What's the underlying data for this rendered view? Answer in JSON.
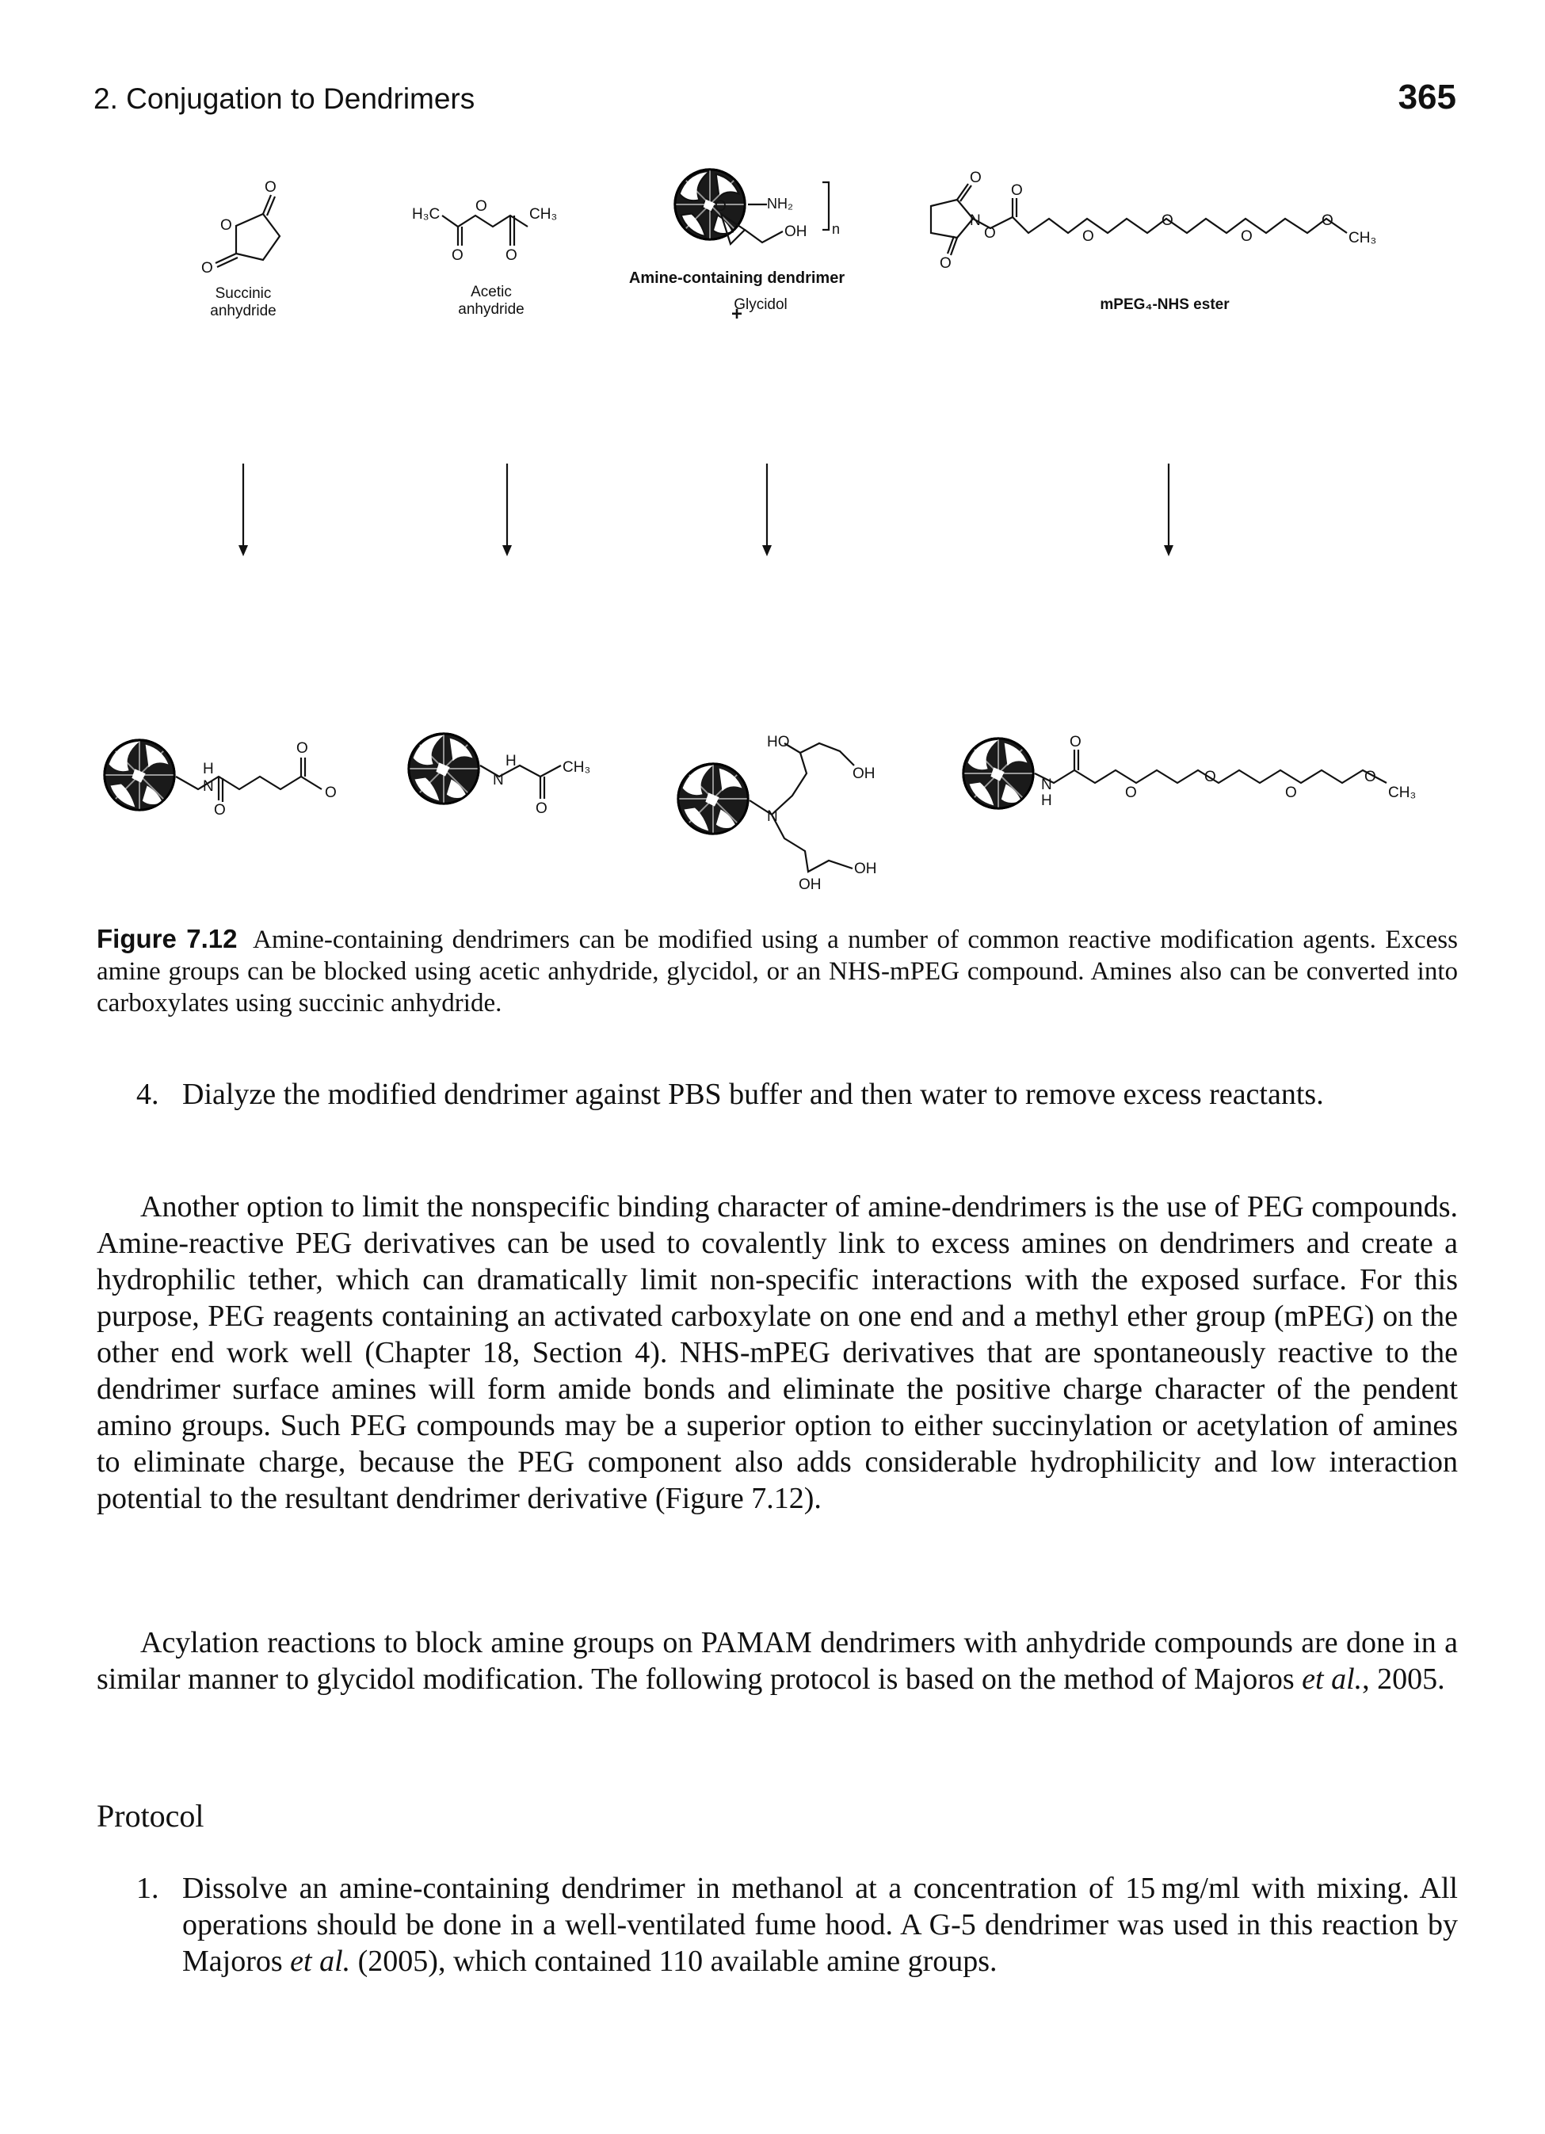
{
  "header": {
    "running_head": "2. Conjugation to Dendrimers",
    "page_number": "365"
  },
  "figure": {
    "labels": {
      "amine_dendrimer": "Amine-containing dendrimer",
      "plus": "+",
      "succinic_line1": "Succinic",
      "succinic_line2": "anhydride",
      "acetic_line1": "Acetic",
      "acetic_line2": "anhydride",
      "glycidol": "Glycidol",
      "mpeg": "mPEG₄-NHS ester"
    },
    "atoms": {
      "nh2": "NH₂",
      "n_sub": "n",
      "O": "O",
      "N": "N",
      "H": "H",
      "OH": "OH",
      "HO": "HO",
      "H3C": "H₃C",
      "CH3": "CH₃"
    }
  },
  "caption": {
    "label": "Figure 7.12",
    "text": "Amine-containing dendrimers can be modified using a number of common reactive modification agents. Excess amine groups can be blocked using acetic anhydride, glycidol, or an NHS-mPEG compound. Amines also can be converted into carboxylates using succinic anhydride."
  },
  "step4": {
    "number": "4.",
    "text": "Dialyze the modified dendrimer against PBS buffer and then water to remove excess reactants."
  },
  "paragraph1": "Another option to limit the nonspecific binding character of amine-dendrimers is the use of PEG compounds. Amine-reactive PEG derivatives can be used to covalently link to excess amines on dendrimers and create a hydrophilic tether, which can dramatically limit non-specific interactions with the exposed surface. For this purpose, PEG reagents containing an activated carboxylate on one end and a methyl ether group (mPEG) on the other end work well (Chapter 18, Section 4). NHS-mPEG derivatives that are spontaneously reactive to the dendrimer surface amines will form amide bonds and eliminate the positive charge character of the pendent amino groups. Such PEG compounds may be a superior option to either succinylation or acetylation of amines to eliminate charge, because the PEG component also adds considerable hydrophilicity and low interaction potential to the resultant dendrimer derivative (Figure 7.12).",
  "paragraph2": {
    "before": "Acylation reactions to block amine groups on PAMAM dendrimers with anhydride compounds are done in a similar manner to glycidol modification. The following protocol is based on the method of Majoros ",
    "etal": "et al.",
    "after": ", 2005."
  },
  "protocol_heading": "Protocol",
  "step1": {
    "number": "1.",
    "before": "Dissolve an amine-containing dendrimer in methanol at a concentration of 15 mg/ml with mixing. All operations should be done in a well-ventilated fume hood. A G-5 dendrimer was used in this reaction by Majoros ",
    "etal": "et al.",
    "after": " (2005), which contained 110 available amine groups."
  }
}
